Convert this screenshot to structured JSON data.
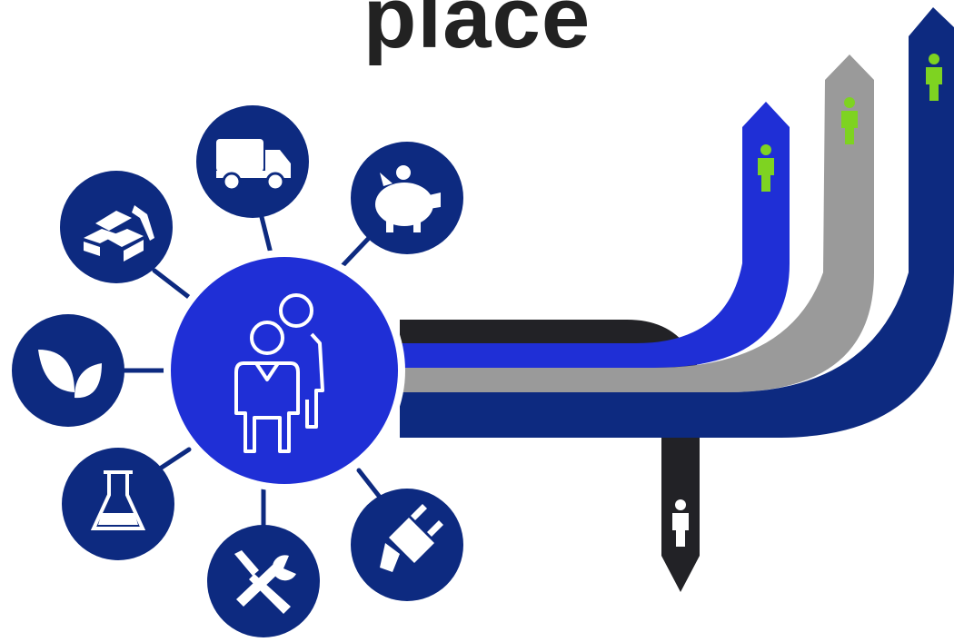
{
  "title": "place",
  "colors": {
    "hub": "#1f2fd6",
    "satellite": "#0d2a80",
    "connector": "#0d2a80",
    "path_black": "#222226",
    "path_blue": "#1f2fd6",
    "path_gray": "#9a9a9a",
    "path_navy": "#0d2a80",
    "person_green": "#7ed321",
    "person_white": "#ffffff",
    "background": "#ffffff"
  },
  "hub": {
    "icon": "people-outline-icon"
  },
  "satellites": [
    {
      "name": "truck",
      "icon": "truck-icon"
    },
    {
      "name": "piggy-bank",
      "icon": "piggy-bank-icon"
    },
    {
      "name": "bricks-trowel",
      "icon": "bricks-trowel-icon"
    },
    {
      "name": "leaves",
      "icon": "leaves-icon"
    },
    {
      "name": "flask",
      "icon": "flask-icon"
    },
    {
      "name": "tools",
      "icon": "screwdriver-wrench-icon"
    },
    {
      "name": "plug",
      "icon": "plug-icon"
    }
  ],
  "paths": [
    {
      "name": "black-path",
      "direction": "down",
      "person": "white"
    },
    {
      "name": "blue-path",
      "direction": "up",
      "person": "green"
    },
    {
      "name": "gray-path",
      "direction": "up",
      "person": "green"
    },
    {
      "name": "navy-path",
      "direction": "up",
      "person": "green"
    }
  ]
}
